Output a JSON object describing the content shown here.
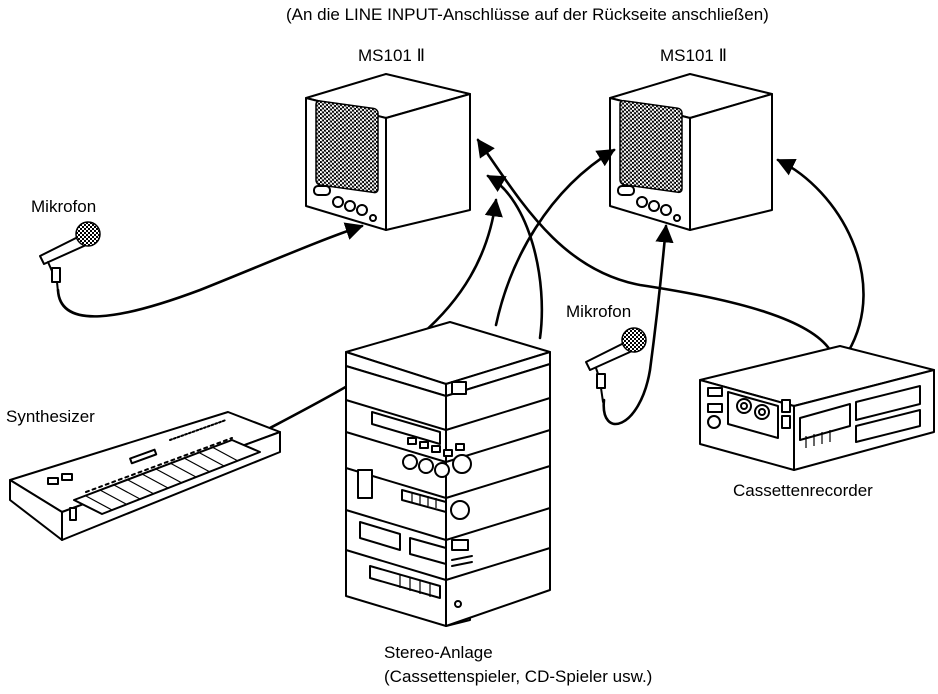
{
  "header_note": "(An die LINE INPUT-Anschlüsse auf der Rückseite anschließen)",
  "speakers": [
    {
      "label": "MS101 Ⅱ"
    },
    {
      "label": "MS101 Ⅱ"
    }
  ],
  "devices": {
    "microphone_left": "Mikrofon",
    "microphone_center": "Mikrofon",
    "synthesizer": "Synthesizer",
    "cassette_recorder": "Cassettenrecorder",
    "stereo_system": "Stereo-Anlage",
    "stereo_system_examples": "(Cassettenspieler, CD-Spieler usw.)"
  }
}
